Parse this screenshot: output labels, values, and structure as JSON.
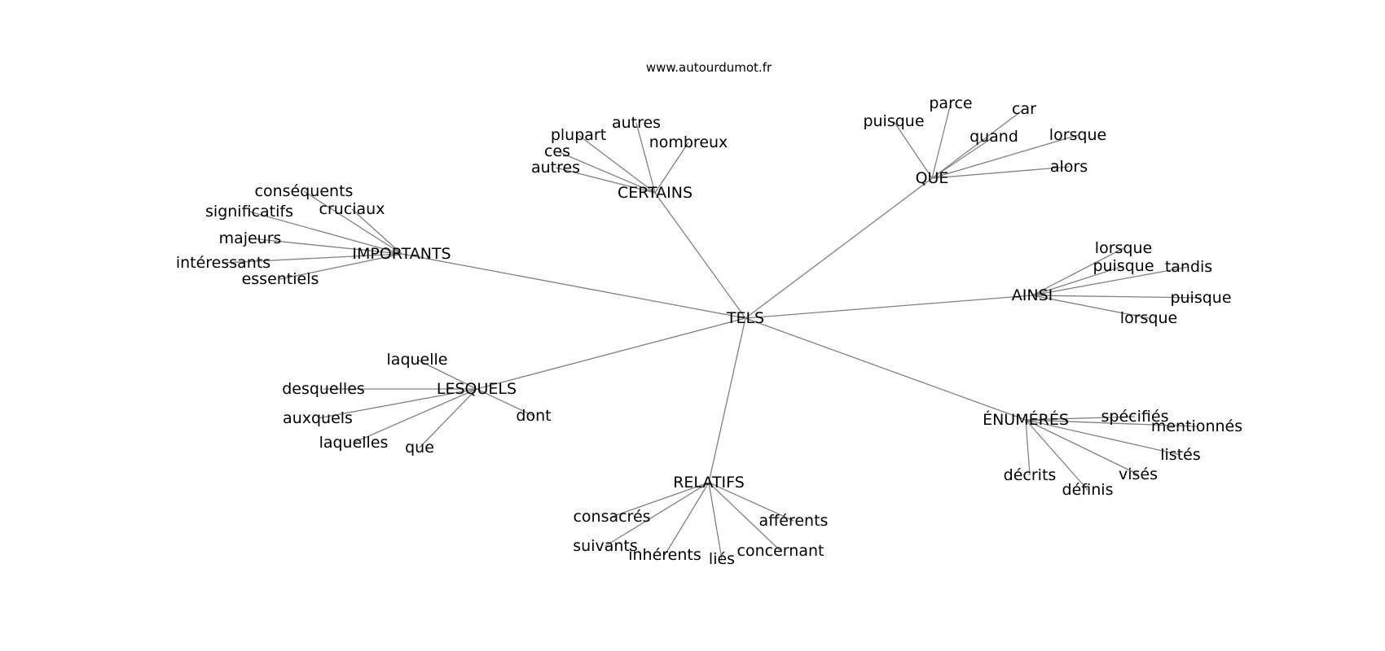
{
  "watermark": "www.autourdumot.fr",
  "colors": {
    "edge": "#808080",
    "text": "#000000",
    "background": "#ffffff"
  },
  "root": "TELS",
  "groups": [
    {
      "id": "certains",
      "label": "CERTAINS",
      "words": [
        "plupart",
        "autres",
        "nombreux",
        "ces",
        "autres"
      ]
    },
    {
      "id": "que",
      "label": "QUE",
      "words": [
        "puisque",
        "parce",
        "car",
        "quand",
        "lorsque",
        "alors"
      ]
    },
    {
      "id": "importants",
      "label": "IMPORTANTS",
      "words": [
        "conséquents",
        "significatifs",
        "cruciaux",
        "majeurs",
        "intéressants",
        "essentiels"
      ]
    },
    {
      "id": "ainsi",
      "label": "AINSI",
      "words": [
        "lorsque",
        "puisque",
        "tandis",
        "puisque",
        "lorsque"
      ]
    },
    {
      "id": "lesquels",
      "label": "LESQUELS",
      "words": [
        "laquelle",
        "desquelles",
        "auxquels",
        "laquelles",
        "que",
        "dont"
      ]
    },
    {
      "id": "enumeres",
      "label": "ÉNUMÉRÉS",
      "words": [
        "spécifiés",
        "mentionnés",
        "listés",
        "visés",
        "décrits",
        "définis"
      ]
    },
    {
      "id": "relatifs",
      "label": "RELATIFS",
      "words": [
        "consacrés",
        "suivants",
        "inhérents",
        "liés",
        "concernant",
        "afférents"
      ]
    }
  ]
}
